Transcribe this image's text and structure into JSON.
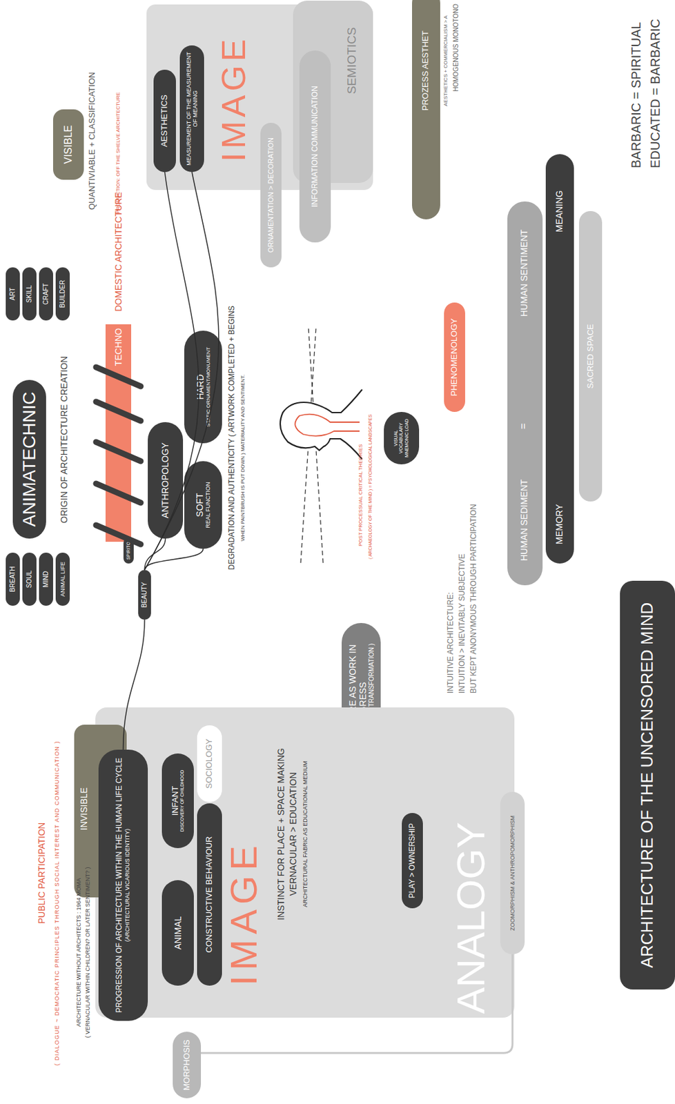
{
  "diagram": {
    "nodes": [
      {
        "text": [
          "BREATH"
        ]
      },
      {
        "text": [
          "SOUL"
        ]
      },
      {
        "text": [
          "MIND"
        ]
      },
      {
        "text": [
          "ANIMAL LIFE"
        ]
      },
      {
        "text": [
          "ANIMATECHNIC"
        ]
      },
      {
        "text": [
          "ART"
        ]
      },
      {
        "text": [
          "SKILL"
        ]
      },
      {
        "text": [
          "CRAFT"
        ]
      },
      {
        "text": [
          "BUILDER"
        ]
      },
      {
        "text": [
          "VISIBLE"
        ]
      },
      {
        "text": [
          "TECHNO"
        ]
      },
      {
        "text": [
          "SPIRITO"
        ]
      },
      {
        "text": [
          "BEAUTY"
        ]
      },
      {
        "text": [
          "ANTHROPOLOGY"
        ]
      },
      {
        "text": [
          "SOFT",
          "REAL FUNCTION"
        ]
      },
      {
        "text": [
          "HARD",
          "STATIC ORNAMENT/MONUMENT"
        ]
      },
      {
        "text": [
          "IMAGE"
        ]
      },
      {
        "text": [
          "AESTHETICS"
        ],
        "in": 16
      },
      {
        "text": [
          "MEASUREMENT OF THE MEASUREMENT OF MEANING"
        ],
        "in": 16
      },
      {
        "text": [
          "ORNAMENTATION > DECORATION"
        ],
        "in": 16
      },
      {
        "text": [
          "SEMIOTICS"
        ],
        "in": 16
      },
      {
        "text": [
          "INFORMATION COMMUNICATION"
        ],
        "in": 20
      },
      {
        "text": [
          "PROZESS AESTHET"
        ]
      },
      {
        "text": [
          "VISUAL VOCABULARY MNEMONIC LOAD"
        ]
      },
      {
        "text": [
          "PHENOMENOLOGY"
        ]
      },
      {
        "text": [
          "HUMAN SEDIMENT",
          "=",
          "HUMAN SENTIMENT"
        ]
      },
      {
        "text": [
          "MEMORY",
          "MEANING"
        ]
      },
      {
        "text": [
          "SACRED SPACE"
        ]
      },
      {
        "text": [
          "ARCHITECTURE AS WORK IN PROGRESS",
          "( ADAPTABILITY AND TRANSFORMATION )"
        ]
      },
      {
        "text": [
          "IMAGE",
          "ANALOGY"
        ]
      },
      {
        "text": [
          "INVISIBLE"
        ],
        "in": 29
      },
      {
        "text": [
          "PROGRESSION OF ARCHITECTURE WITHIN THE HUMAN LIFE CYCLE",
          "(ARCHITECTURAL VICARIOUS IDENTITY)"
        ],
        "in": 29
      },
      {
        "text": [
          "ANIMAL"
        ],
        "in": 29
      },
      {
        "text": [
          "INFANT",
          "DISCOVERY OF CHILDHOOD"
        ],
        "in": 29
      },
      {
        "text": [
          "CONSTRUCTIVE BEHAVIOUR"
        ],
        "in": 29
      },
      {
        "text": [
          "SOCIOLOGY"
        ],
        "in": 29
      },
      {
        "text": [
          "PLAY > OWNERSHIP"
        ],
        "in": 29
      },
      {
        "text": [
          "ZOOMORPHISM & ANTHROPOMORPHISM"
        ]
      },
      {
        "text": [
          "MORPHOSIS"
        ]
      },
      {
        "text": [
          "ARCHITECTURE OF THE UNCENSORED MIND"
        ]
      }
    ],
    "edges": [
      {
        "from": 31,
        "to": 12,
        "arrow": "none"
      },
      {
        "from": 12,
        "to": 13,
        "arrow": "none"
      },
      {
        "from": 12,
        "to": 14,
        "arrow": "none"
      },
      {
        "from": 12,
        "to": 17,
        "arrow": "none"
      },
      {
        "from": 12,
        "to": 18,
        "arrow": "none"
      },
      {
        "from": 37,
        "to": 38,
        "arrow": "none"
      }
    ],
    "labels": [
      "ORIGIN OF ARCHITECTURE CREATION",
      "QUANTIVIABLE + CLASSIFICATION",
      "DOMESTIC ARCHITECTURE",
      "PRODUCTION: OFF THE SHELVE ARCHITECTURE",
      "DEGRADATION AND AUTHENTICITY ( ARTWORK COMPLETED + BEGINS",
      "WHEN PAINTBRUSH IS PUT DOWN ) MATERIALITY AND SENTIMENT.",
      "AESTHETICS + COMMERCIALISM > A",
      "HOMOGENOUS MONOTONO",
      "POST PROCESSUAL CRITICAL THEORIES",
      "( ARCHAEOLOGY OF THE MIND ) = PSYCHOLOGICAL LANDSCAPES",
      "INTUITIVE ARCHITECTURE:",
      "INTUITION > INEVITABLY SUBJECTIVE",
      "BUT KEPT ANONYMOUS THROUGH PARTICIPATION",
      "INSTINCT FOR PLACE + SPACE MAKING",
      "VERNACULAR > EDUCATION",
      "ARCHITECTURAL FABRIC AS EDUCATIONAL MEDIUM",
      "PUBLIC PARTICIPATION",
      "( DIALOGUE ~ DEMOCRATIC PRINCIPLES THROUGH SOCIAL INTEREST AND COMMUNICATION )",
      "ARCHITECTURE WITHOUT ARCHITECTS : 1964 MOMA",
      "( VERNACULAR WITHIN CHILDREN? OR LATER SENTIMENT? )",
      "BARBARIC = SPIRITUAL",
      "EDUCATED = BARBARIC"
    ]
  }
}
